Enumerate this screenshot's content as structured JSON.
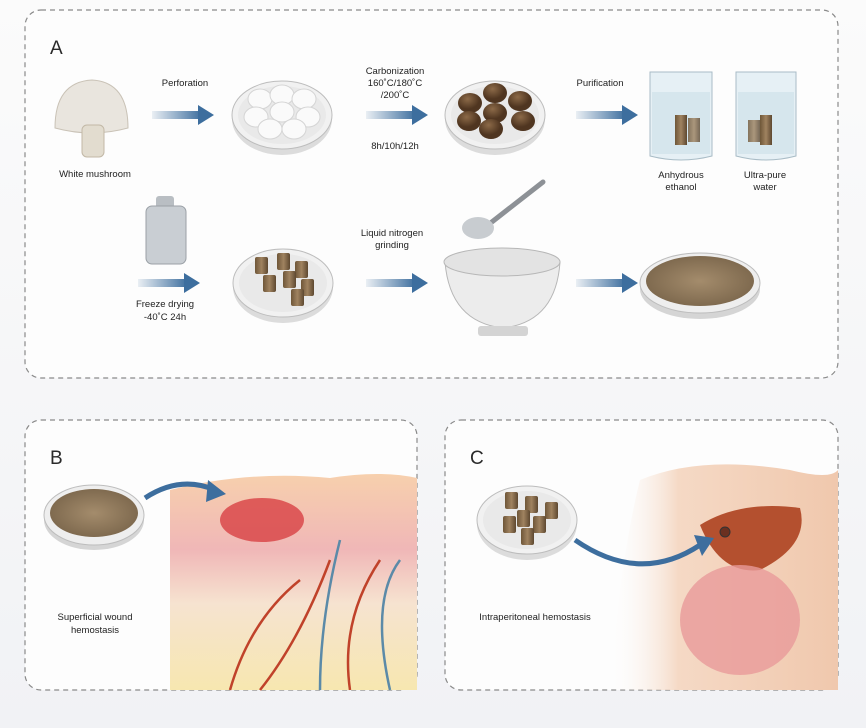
{
  "panel_a": {
    "letter": "A",
    "mushroom_label": "White mushroom",
    "step_perforation": "Perforation",
    "step_carbonization": [
      "Carbonization",
      "160˚C/180˚C",
      "/200˚C"
    ],
    "carbonization_time": "8h/10h/12h",
    "step_purification": "Purification",
    "beaker1_label": [
      "Anhydrous",
      "ethanol"
    ],
    "beaker2_label": [
      "Ultra-pure",
      "water"
    ],
    "step_freeze": [
      "Freeze drying",
      "-40˚C 24h"
    ],
    "step_grinding": [
      "Liquid nitrogen",
      "grinding"
    ]
  },
  "panel_b": {
    "letter": "B",
    "label": [
      "Superficial wound",
      "hemostasis"
    ]
  },
  "panel_c": {
    "letter": "C",
    "label": "Intraperitoneal hemostasis"
  },
  "colors": {
    "arrow": "#3d6e9e",
    "char": "#6b4a2e",
    "powder": "#9b8466",
    "skin": "#f2c7a4"
  }
}
